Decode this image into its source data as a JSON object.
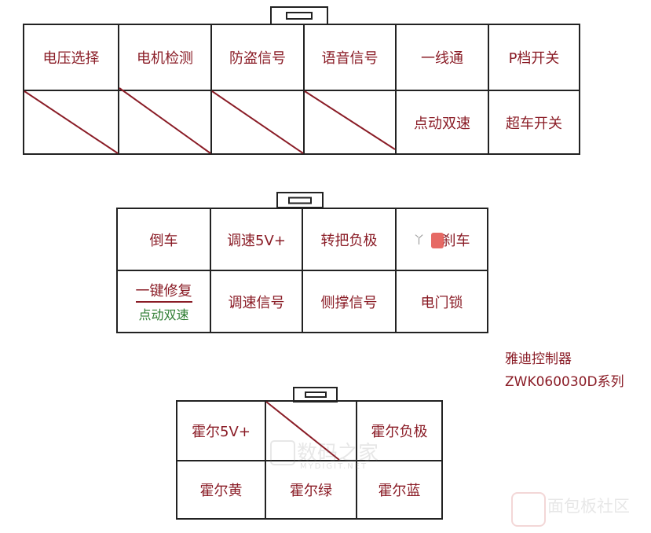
{
  "connector_1": {
    "row1": [
      "电压选择",
      "电机检测",
      "防盗信号",
      "语音信号",
      "一线通",
      "P档开关"
    ],
    "row2": [
      "",
      "",
      "",
      "",
      "点动双速",
      "超车开关"
    ]
  },
  "connector_2": {
    "row1": [
      "倒车",
      "调速5V+",
      "转把负极",
      "刹车"
    ],
    "row1_prefix": "丫",
    "row2_main": "一键修复",
    "row2_sub": "点动双速",
    "row2": [
      "调速信号",
      "侧撑信号",
      "电门锁"
    ]
  },
  "connector_3": {
    "row1": [
      "霍尔5V+",
      "",
      "霍尔负极"
    ],
    "row2": [
      "霍尔黄",
      "霍尔绿",
      "霍尔蓝"
    ]
  },
  "caption": {
    "line1": "雅迪控制器",
    "line2": "ZWK060030D系列"
  },
  "watermarks": {
    "center": "数码之家",
    "center_sub": "MYDIGIT.NET",
    "corner": "面包板社区"
  },
  "colors": {
    "text_red": "#8a1c26",
    "text_green": "#2e7d32",
    "line": "#222222"
  }
}
